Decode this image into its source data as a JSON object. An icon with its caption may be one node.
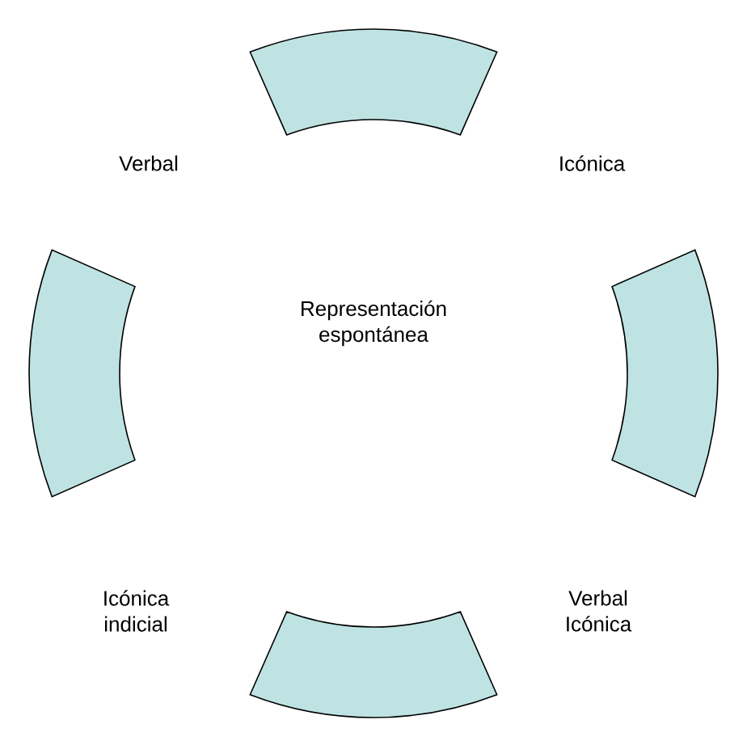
{
  "diagram": {
    "nodes": [
      {
        "text": [],
        "shape": "arc"
      },
      {
        "text": [],
        "shape": "arc"
      },
      {
        "text": [],
        "shape": "arc"
      },
      {
        "text": [],
        "shape": "arc"
      }
    ],
    "labels": [
      "Verbal",
      "Icónica",
      "Representación espontánea",
      "Icónica indicial",
      "Verbal Icónica"
    ]
  }
}
